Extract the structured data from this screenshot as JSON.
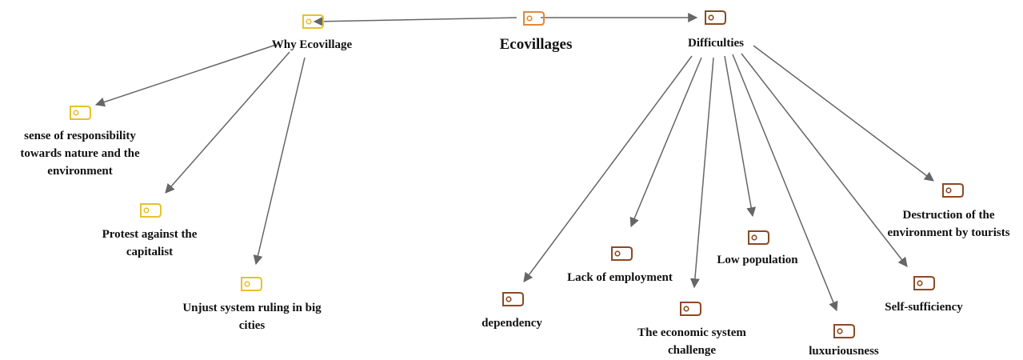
{
  "colors": {
    "root": "#E0893A",
    "why": "#E8C12A",
    "difficulties": "#8B4A23",
    "edge": "#666666"
  },
  "icons": {
    "node": "tag-icon"
  },
  "root": {
    "label": "Ecovillages"
  },
  "why": {
    "label": "Why Ecovillage",
    "children": [
      {
        "line1": "sense of responsibility",
        "line2": "towards nature and the",
        "line3": "environment"
      },
      {
        "line1": "Protest against the",
        "line2": "capitalist"
      },
      {
        "line1": "Unjust system ruling in big",
        "line2": "cities"
      }
    ]
  },
  "difficulties": {
    "label": "Difficulties",
    "children": [
      {
        "line1": "dependency"
      },
      {
        "line1": "Lack of employment"
      },
      {
        "line1": "The economic system",
        "line2": "challenge"
      },
      {
        "line1": "Low population"
      },
      {
        "line1": "luxuriousness"
      },
      {
        "line1": "Self-sufficiency"
      },
      {
        "line1": "Destruction of the",
        "line2": "environment by tourists"
      }
    ]
  }
}
